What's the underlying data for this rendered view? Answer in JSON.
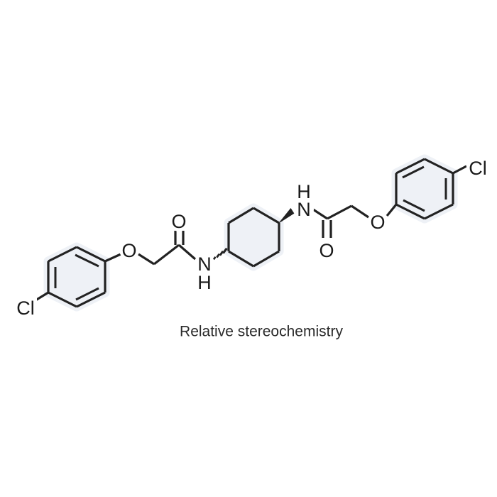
{
  "figure": {
    "type": "chemical-structure-diagram",
    "caption": "Relative stereochemistry",
    "background_color": "#ffffff",
    "bond_color": "#222222",
    "label_color": "#1a1a1a",
    "ring_highlight_color": "#eef1f6"
  },
  "atom_labels": {
    "chlorine_left": "Cl",
    "ether_oxygen_left": "O",
    "carbonyl_oxygen_left": "O",
    "amide_nitrogen_left": "N",
    "amide_hydrogen_left": "H",
    "amide_hydrogen_right": "H",
    "amide_nitrogen_right": "N",
    "carbonyl_oxygen_right": "O",
    "ether_oxygen_right": "O",
    "chlorine_right": "Cl"
  },
  "fragments": {
    "left_aryl": "4-chlorophenoxy",
    "left_linker": "acetamide",
    "core": "cyclohexane-1,4-diyl",
    "right_linker": "acetamide",
    "right_aryl": "4-chlorophenoxy"
  },
  "stereo": {
    "left_bond_style": "hashed-wedge",
    "right_bond_style": "solid-wedge",
    "note": "Relative stereochemistry"
  }
}
